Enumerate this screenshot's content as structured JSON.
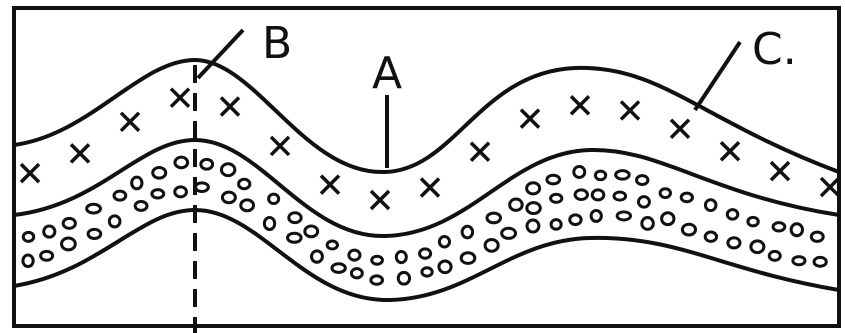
{
  "labels": {
    "a": "A",
    "b": "B",
    "c": "C."
  },
  "colors": {
    "ink": "#111111",
    "paper": "#ffffff"
  },
  "layers": [
    {
      "name": "crossed-layer",
      "pattern": "x-marks"
    },
    {
      "name": "dotted-layer",
      "pattern": "circles"
    }
  ]
}
